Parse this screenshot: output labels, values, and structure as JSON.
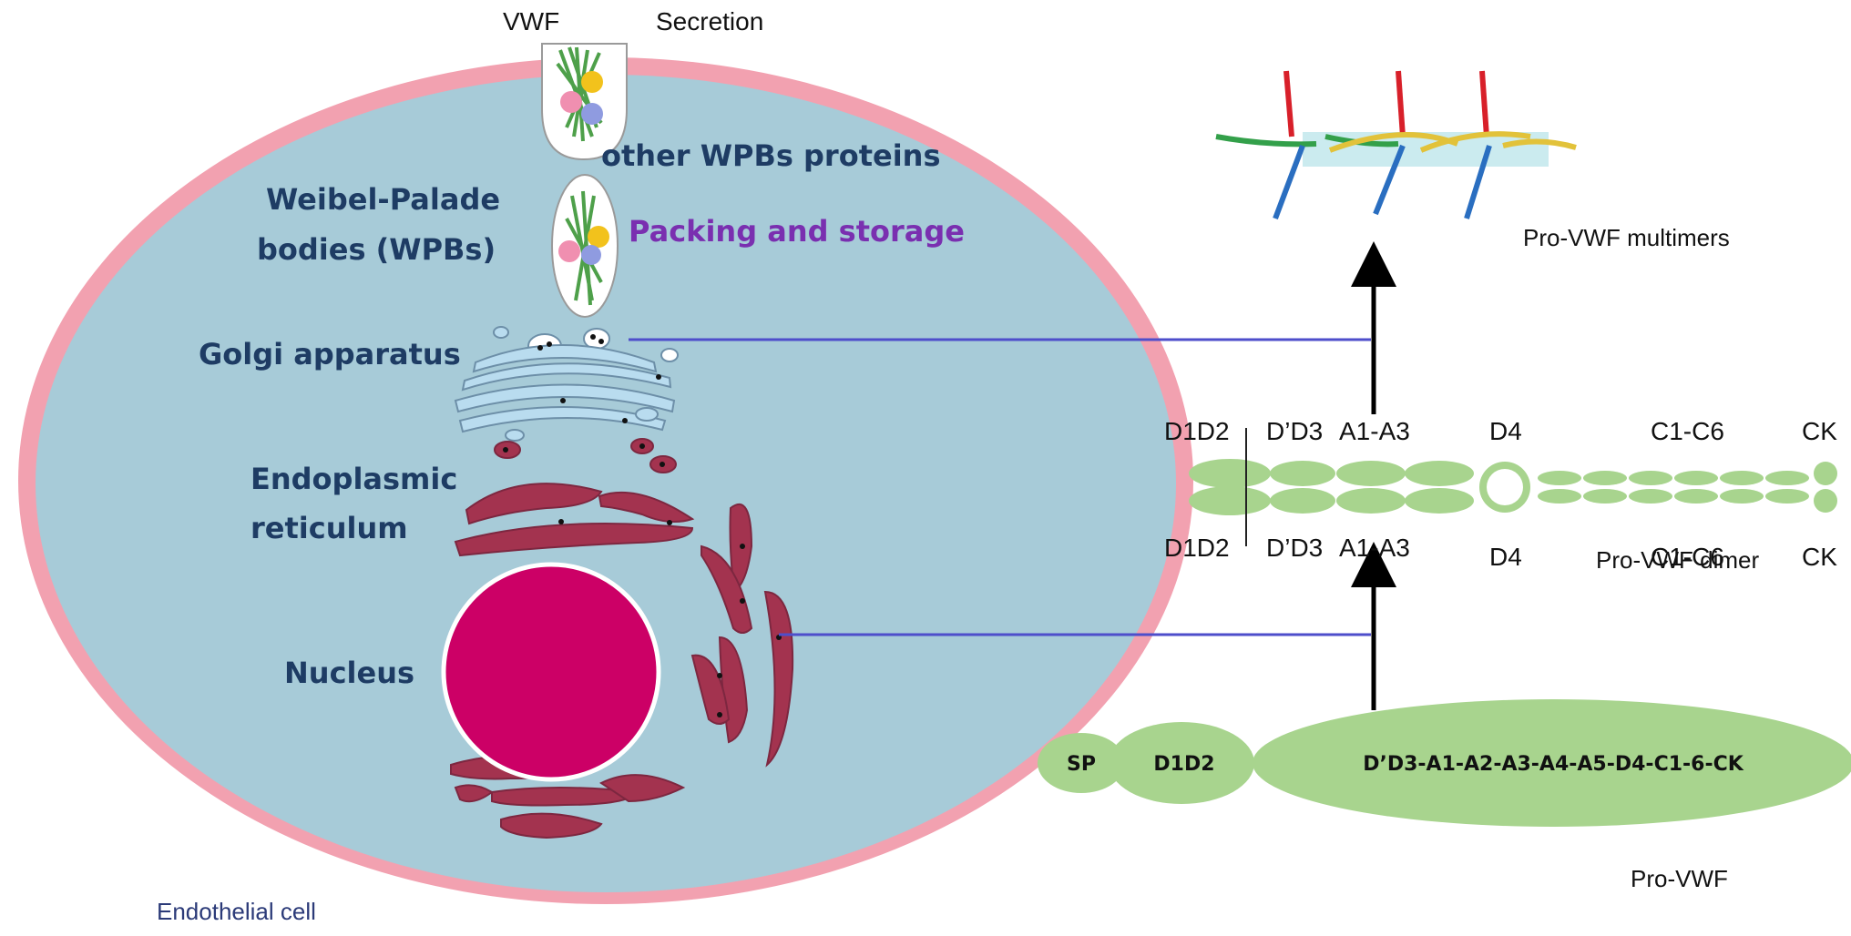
{
  "colors": {
    "membrane": "#f2a1b0",
    "cytoplasm": "#a7cbd8",
    "nucleus": "#cc0066",
    "er": "#a3334f",
    "golgi": "#b9dcef",
    "domain_fill": "#a8d48e",
    "connector": "#4e4ecb",
    "arrow": "#000000",
    "label_dark": "#1e3c64",
    "label_purple": "#7a2fb0"
  },
  "cell": {
    "vwf": "VWF",
    "secretion": "Secretion",
    "other_wpbs": "other WPBs proteins",
    "wpb_line1": "Weibel-Palade",
    "wpb_line2": "bodies (WPBs)",
    "packing": "Packing and storage",
    "golgi": "Golgi apparatus",
    "er_line1": "Endoplasmic",
    "er_line2": "reticulum",
    "nucleus": "Nucleus",
    "endothelial": "Endothelial cell"
  },
  "multimers": {
    "label": "Pro-VWF multimers"
  },
  "dimer": {
    "top": {
      "d1d2": "D1D2",
      "dd3": "D’D3",
      "a": "A1-A3",
      "d4": "D4",
      "c": "C1-C6",
      "ck": "CK"
    },
    "bottom": {
      "d1d2": "D1D2",
      "dd3": "D’D3",
      "a": "A1-A3",
      "d4": "D4",
      "c": "C1-C6",
      "ck": "CK"
    },
    "label": "Pro-VWF dimer"
  },
  "provwf": {
    "sp": "SP",
    "d1d2": "D1D2",
    "rest": "D’D3-A1-A2-A3-A4-A5-D4-C1-6-CK",
    "label": "Pro-VWF"
  }
}
